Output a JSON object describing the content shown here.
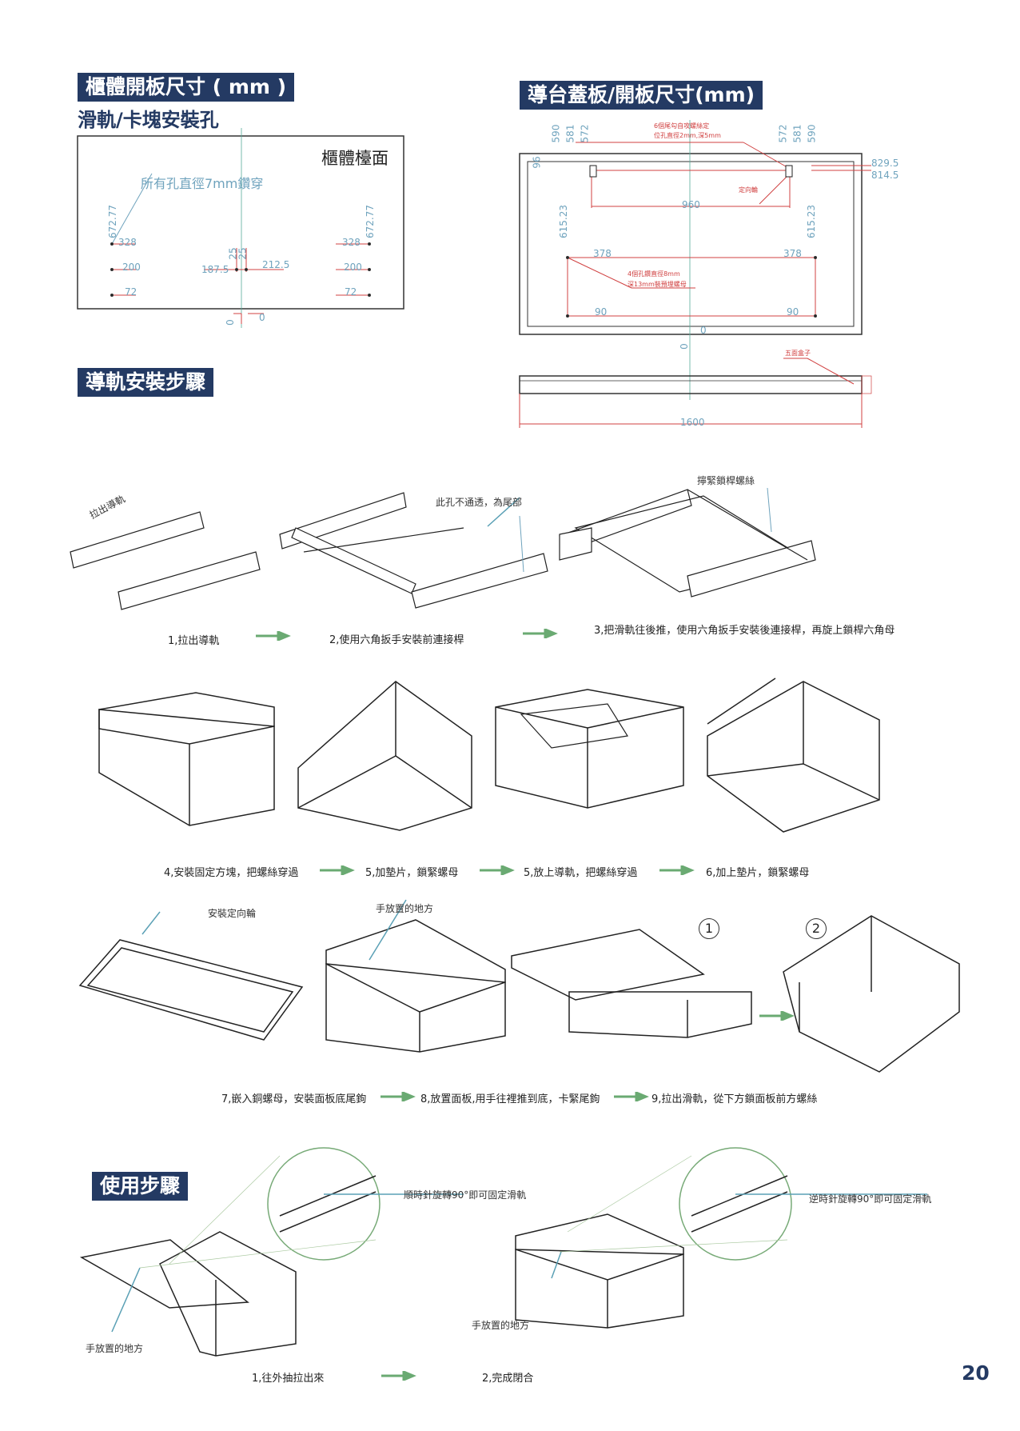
{
  "section1": {
    "header": "櫃體開板尺寸 ( mm )",
    "subtitle": "滑軌/卡塊安裝孔",
    "box_label": "櫃體檯面",
    "hole_note": "所有孔直徑7mm鑽穿",
    "dims": {
      "d672_left": "672.77",
      "d672_right": "672.77",
      "d328_left": "328",
      "d328_right": "328",
      "d200_left": "200",
      "d200_right": "200",
      "d72_left": "72",
      "d72_right": "72",
      "d187": "187.5",
      "d212": "212.5",
      "d25a": "25",
      "d25b": "25",
      "zero_a": "0",
      "zero_b": "0"
    }
  },
  "section2": {
    "header": "導台蓋板/開板尺寸(mm)",
    "screw_note_1": "6個尾勾自攻螺絲定",
    "screw_note_2": "位孔直徑2mm,深5mm",
    "caster_note": "定向輪",
    "hole_note_1": "4個孔鑽直徑8mm",
    "hole_note_2": "深13mm裝預埋螺母",
    "box_note": "五面盒子",
    "dims": {
      "d590_l": "590",
      "d581_l": "581",
      "d572_l": "572",
      "d572_r": "572",
      "d581_r": "581",
      "d590_r": "590",
      "d96": "96",
      "d829": "829.5",
      "d814": "814.5",
      "d960": "960",
      "d615_l": "615.23",
      "d615_r": "615.23",
      "d378_l": "378",
      "d378_r": "378",
      "d90_l": "90",
      "d90_r": "90",
      "zero_a": "0",
      "zero_b": "0",
      "d1600": "1600"
    }
  },
  "section3": {
    "header": "導軌安裝步驟",
    "pull_label": "拉出導軌",
    "tail_note": "此孔不通透，為尾部",
    "tighten_note": "擰緊鎖桿螺絲",
    "steps_row1": [
      "1,拉出導軌",
      "2,使用六角扳手安裝前連接桿",
      "3,把滑軌往後推，使用六角扳手安裝後連接桿，再旋上鎖桿六角母"
    ],
    "steps_row2": [
      "4,安裝固定方塊，把螺絲穿過",
      "5,加墊片，鎖緊螺母",
      "5,放上導軌，把螺絲穿過",
      "6,加上墊片，鎖緊螺母"
    ],
    "caster_note": "安裝定向輪",
    "hand_note": "手放置的地方",
    "circle_1": "1",
    "circle_2": "2",
    "steps_row3": [
      "7,嵌入銅螺母，安裝面板底尾鉤",
      "8,放置面板,用手往裡推到底，卡緊尾鉤",
      "9,拉出滑軌，從下方鎖面板前方螺絲"
    ]
  },
  "section4": {
    "header": "使用步驟",
    "cw_note": "順時針旋轉90°即可固定滑軌",
    "ccw_note": "逆時針旋轉90°即可固定滑軌",
    "hand_left": "手放置的地方",
    "hand_mid": "手放置的地方",
    "steps": [
      "1,往外抽拉出來",
      "2,完成閉合"
    ]
  },
  "page_number": "20",
  "colors": {
    "header_bg": "#243a63",
    "arrow": "#6aaa72",
    "dim": "#6fa3bd",
    "red": "#d04040"
  }
}
